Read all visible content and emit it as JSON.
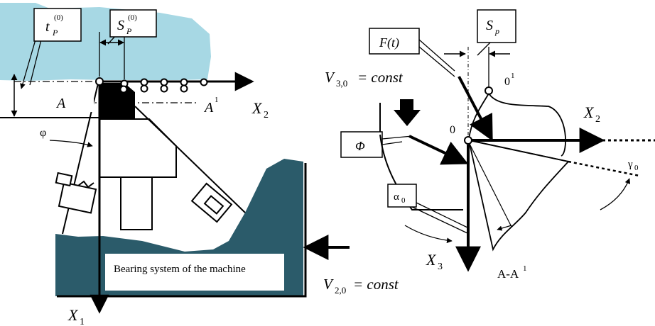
{
  "labels": {
    "t_p": "t",
    "t_p_sub": "P",
    "t_p_sup": "(0)",
    "s_p0": "S",
    "s_p0_sub": "P",
    "s_p0_sup": "(0)",
    "a": "A",
    "a1": "A",
    "a1_sup": "1",
    "phi_angle": "φ",
    "x1": "X",
    "x1_sub": "1",
    "x2_left": "X",
    "x2_left_sub": "2",
    "bearing": "Bearing system of the machine",
    "f_t": "F(t)",
    "s_p": "S",
    "s_p_sub": "p",
    "v30": "V",
    "v30_sub": "3,0",
    "v30_rhs": "= const",
    "zero_one": "0",
    "zero_one_sup": "1",
    "phi_force": "Φ",
    "origin": "0",
    "x2_right": "X",
    "x2_right_sub": "2",
    "gamma": "γ",
    "gamma_sub": "0",
    "alpha": "α",
    "alpha_sub": "0",
    "x3": "X",
    "x3_sub": "3",
    "section": "A-A",
    "section_sup": "1",
    "v20": "V",
    "v20_sub": "2,0",
    "v20_rhs": "= const"
  },
  "colors": {
    "workpiece_light": "#a7d8e4",
    "machine_dark": "#2b5b6a",
    "stroke": "#000000",
    "label_box": "#ffffff"
  }
}
